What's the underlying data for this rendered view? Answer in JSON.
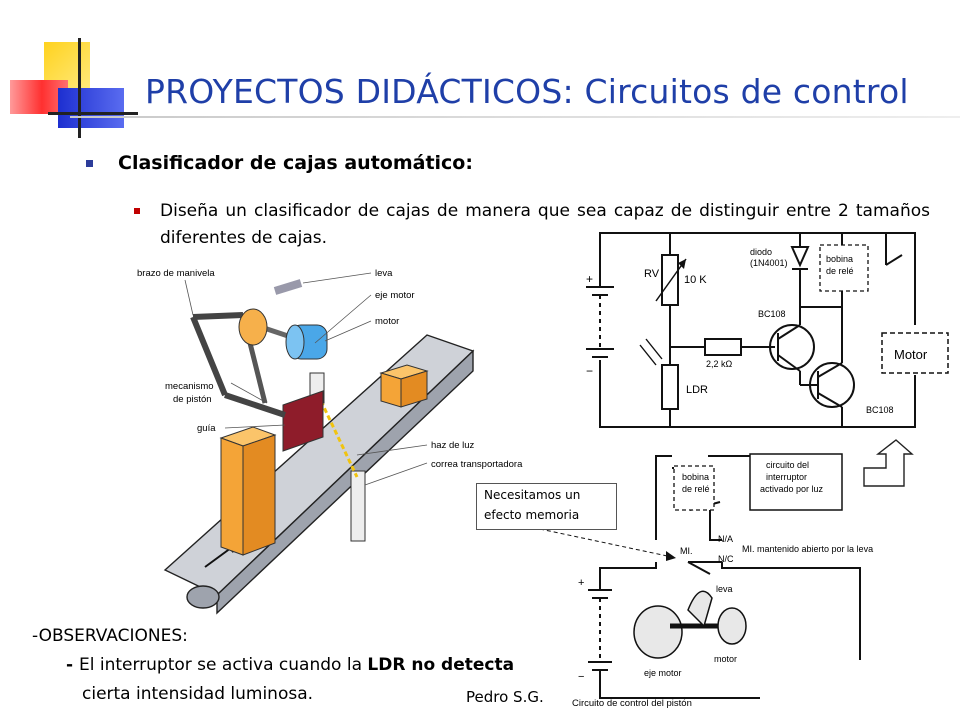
{
  "slide": {
    "title": "PROYECTOS DIDÁCTICOS: Circuitos de control",
    "heading": "Clasificador de cajas automático:",
    "paragraph": "Diseña un clasificador de cajas de manera que sea capaz de distinguir entre 2 tamaños diferentes de cajas.",
    "observations": {
      "header": "-OBSERVACIONES:",
      "line1_prefix": "- ",
      "line1_text": "El interruptor se activa cuando la ",
      "line1_bold": "LDR no detecta",
      "line2": "cierta intensidad luminosa."
    },
    "author": "Pedro S.G."
  },
  "machine_figure": {
    "labels": {
      "crank_arm": "brazo de manivela",
      "cam": "leva",
      "motor_shaft": "eje motor",
      "motor": "motor",
      "piston_mechanism_1": "mecanismo",
      "piston_mechanism_2": "de pistón",
      "guide": "guía",
      "light_beam": "haz de luz",
      "conveyor_belt": "correa transportadora"
    }
  },
  "circuit_figure": {
    "labels": {
      "plus": "+",
      "minus": "−",
      "rv": "RV",
      "pot_value": "10 K",
      "diode_1": "diodo",
      "diode_2": "(1N4001)",
      "relay_coil_1": "bobina",
      "relay_coil_2": "de relé",
      "transistor_1": "BC108",
      "resistor": "2,2 kΩ",
      "ldr": "LDR",
      "transistor_2": "BC108",
      "motor": "Motor"
    }
  },
  "piston_figure": {
    "labels": {
      "coil_1": "bobina",
      "coil_2": "de relé",
      "circuit_1": "circuito del",
      "circuit_2": "interruptor",
      "circuit_3": "activado por luz",
      "mi": "MI.",
      "na": "N/A",
      "nc": "N/C",
      "mi_note": "MI. mantenido abierto por la leva",
      "plus": "+",
      "minus": "−",
      "cam": "leva",
      "motor_shaft": "eje motor",
      "motor": "motor",
      "caption": "Circuito de control del pistón"
    }
  },
  "note_box": {
    "line1": "Necesitamos un",
    "line2": "efecto memoria"
  }
}
